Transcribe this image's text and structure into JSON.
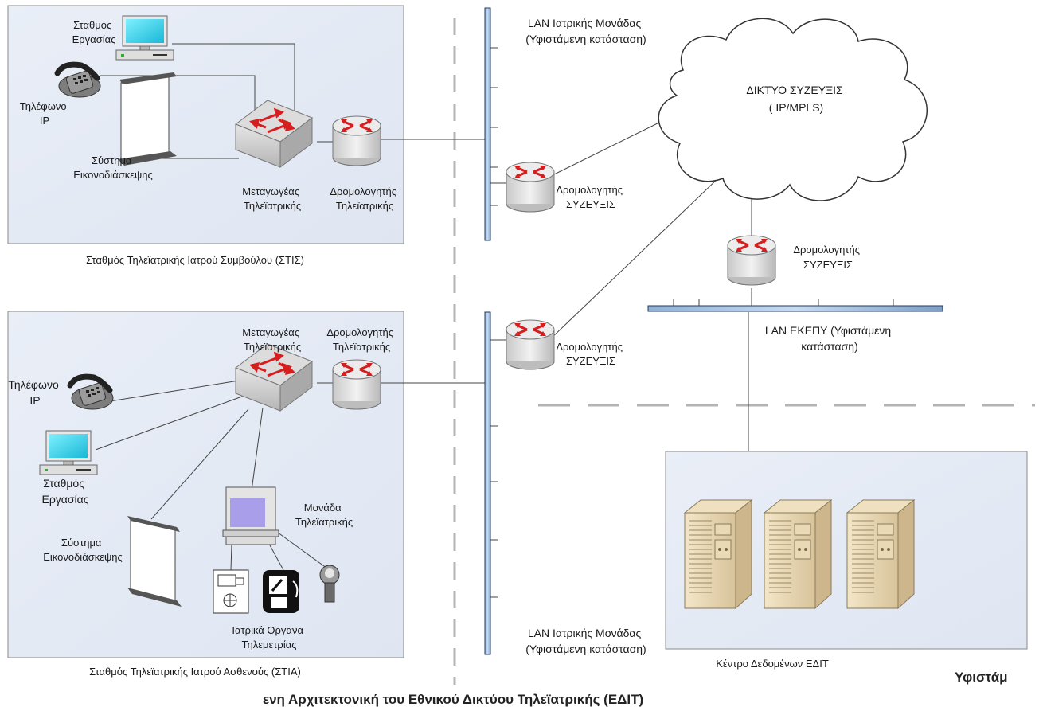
{
  "labels": {
    "workstation_top": [
      "Σταθμός",
      "Εργασίας"
    ],
    "ip_phone_top": [
      "Τηλέφωνο",
      "IP"
    ],
    "video_conf_top": [
      "Σύστημα",
      "Εικονοδιάσκεψης"
    ],
    "switch_top": [
      "Μεταγωγέας",
      "Τηλεϊατρικής"
    ],
    "router_top": [
      "Δρομολογητής",
      "Τηλεϊατρικής"
    ],
    "station_top_title": "Σταθμός Τηλεϊατρικής Ιατρού Συμβούλου (ΣΤΙΣ)",
    "lan_top": [
      "LAN Ιατρικής Μονάδας",
      "(Υφιστάμενη κατάσταση)"
    ],
    "router_link_top": [
      "Δρομολογητής",
      "ΣΥΖΕΥΞΙΣ"
    ],
    "cloud": [
      "ΔΙΚΤΥΟ ΣΥΖΕΥΞΙΣ",
      "( IP/MPLS)"
    ],
    "router_link_right": [
      "Δρομολογητής",
      "ΣΥΖΕΥΞΙΣ"
    ],
    "lan_ekepy": [
      "LAN ΕΚΕΠΥ (Υφιστάμενη",
      "κατάσταση)"
    ],
    "switch_bottom": [
      "Μεταγωγέας",
      "Τηλεϊατρικής"
    ],
    "router_bottom": [
      "Δρομολογητής",
      "Τηλεϊατρικής"
    ],
    "router_link_bottom": [
      "Δρομολογητής",
      "ΣΥΖΕΥΞΙΣ"
    ],
    "ip_phone_bottom": [
      "Τηλέφωνο",
      "IP"
    ],
    "workstation_bottom": [
      "Σταθμός",
      "Εργασίας"
    ],
    "telemed_unit": [
      "Μονάδα",
      "Τηλεϊατρικής"
    ],
    "video_conf_bottom": [
      "Σύστημα",
      "Εικονοδιάσκεψης"
    ],
    "medical_instruments": [
      "Ιατρικά Οργανα",
      "Τηλεμετρίας"
    ],
    "lan_bottom": [
      "LAN Ιατρικής Μονάδας",
      "(Υφιστάμενη κατάσταση)"
    ],
    "station_bottom_title": "Σταθμός Τηλεϊατρικής Ιατρού Ασθενούς (ΣΤΙΑ)",
    "datacenter": "Κέντρο Δεδομένων ΕΔΙΤ"
  },
  "caption": {
    "part1": "Υφιστάμ",
    "part2": "ενη Αρχιτεκτονική του Εθνικού Δικτύου Τηλεϊατρικής (ΕΔΙΤ)"
  }
}
